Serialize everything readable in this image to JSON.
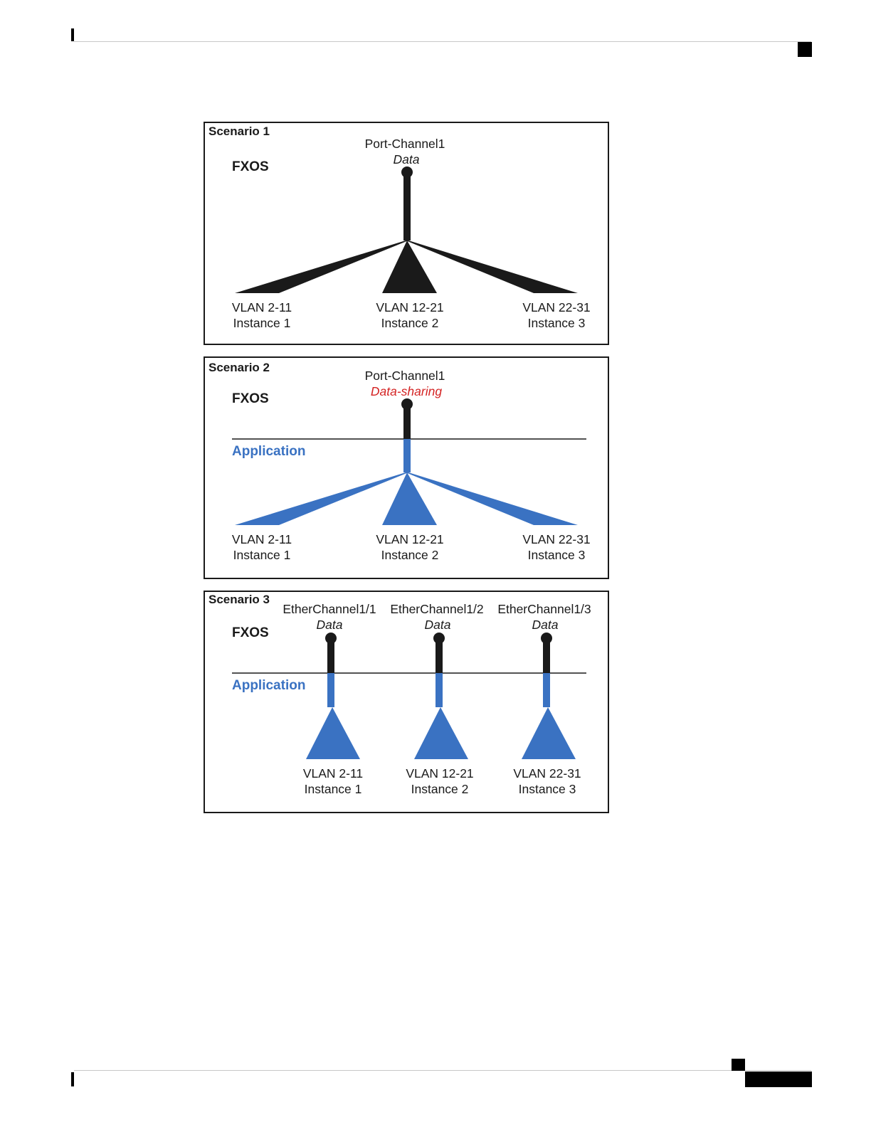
{
  "colors": {
    "black": "#1a1a1a",
    "blue": "#3a72c2",
    "red": "#d42323"
  },
  "scenario1": {
    "title": "Scenario 1",
    "fxos": "FXOS",
    "port_name": "Port-Channel1",
    "port_type": "Data",
    "instances": [
      {
        "vlan": "VLAN 2-11",
        "name": "Instance 1"
      },
      {
        "vlan": "VLAN 12-21",
        "name": "Instance 2"
      },
      {
        "vlan": "VLAN 22-31",
        "name": "Instance 3"
      }
    ]
  },
  "scenario2": {
    "title": "Scenario 2",
    "fxos": "FXOS",
    "application": "Application",
    "port_name": "Port-Channel1",
    "port_type": "Data-sharing",
    "instances": [
      {
        "vlan": "VLAN 2-11",
        "name": "Instance 1"
      },
      {
        "vlan": "VLAN 12-21",
        "name": "Instance 2"
      },
      {
        "vlan": "VLAN 22-31",
        "name": "Instance 3"
      }
    ]
  },
  "scenario3": {
    "title": "Scenario 3",
    "fxos": "FXOS",
    "application": "Application",
    "channels": [
      {
        "port_name": "EtherChannel1/1",
        "port_type": "Data",
        "vlan": "VLAN 2-11",
        "name": "Instance 1"
      },
      {
        "port_name": "EtherChannel1/2",
        "port_type": "Data",
        "vlan": "VLAN 12-21",
        "name": "Instance 2"
      },
      {
        "port_name": "EtherChannel1/3",
        "port_type": "Data",
        "vlan": "VLAN 22-31",
        "name": "Instance 3"
      }
    ]
  }
}
